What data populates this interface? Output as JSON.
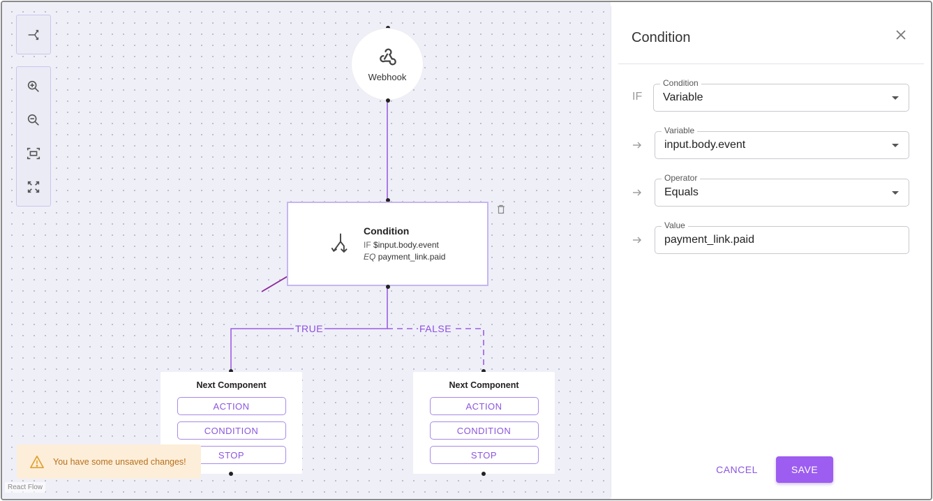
{
  "canvas": {
    "webhook_label": "Webhook",
    "condition_node": {
      "title": "Condition",
      "if_keyword": "IF",
      "if_value": "$input.body.event",
      "op_keyword": "EQ",
      "op_value": "payment_link.paid"
    },
    "edge_labels": {
      "true": "TRUE",
      "false": "FALSE"
    },
    "next_component_left": {
      "title": "Next Component",
      "buttons": [
        "ACTION",
        "CONDITION",
        "STOP"
      ]
    },
    "next_component_right": {
      "title": "Next Component",
      "buttons": [
        "ACTION",
        "CONDITION",
        "STOP"
      ]
    },
    "toast": "You have some unsaved changes!",
    "attribution": "React Flow"
  },
  "panel": {
    "title": "Condition",
    "if_prefix": "IF",
    "fields": [
      {
        "legend": "Condition",
        "value": "Variable",
        "type": "select"
      },
      {
        "legend": "Variable",
        "value": "input.body.event",
        "type": "select"
      },
      {
        "legend": "Operator",
        "value": "Equals",
        "type": "select"
      },
      {
        "legend": "Value",
        "value": "payment_link.paid",
        "type": "text"
      }
    ],
    "cancel_label": "CANCEL",
    "save_label": "SAVE"
  },
  "colors": {
    "accent": "#9c5df0",
    "edge": "#9a5ee0",
    "canvas_bg": "#efeff8",
    "toast_bg": "#fdeed9",
    "toast_text": "#b6701d"
  },
  "icons": {
    "layout": "share-nodes-icon",
    "zoom_in": "zoom-in-icon",
    "zoom_out": "zoom-out-icon",
    "fit_view": "fit-view-icon",
    "fullscreen": "fullscreen-icon",
    "webhook": "webhook-icon",
    "condition": "branch-icon",
    "delete": "trash-icon",
    "close": "close-icon",
    "warning": "warning-icon"
  }
}
